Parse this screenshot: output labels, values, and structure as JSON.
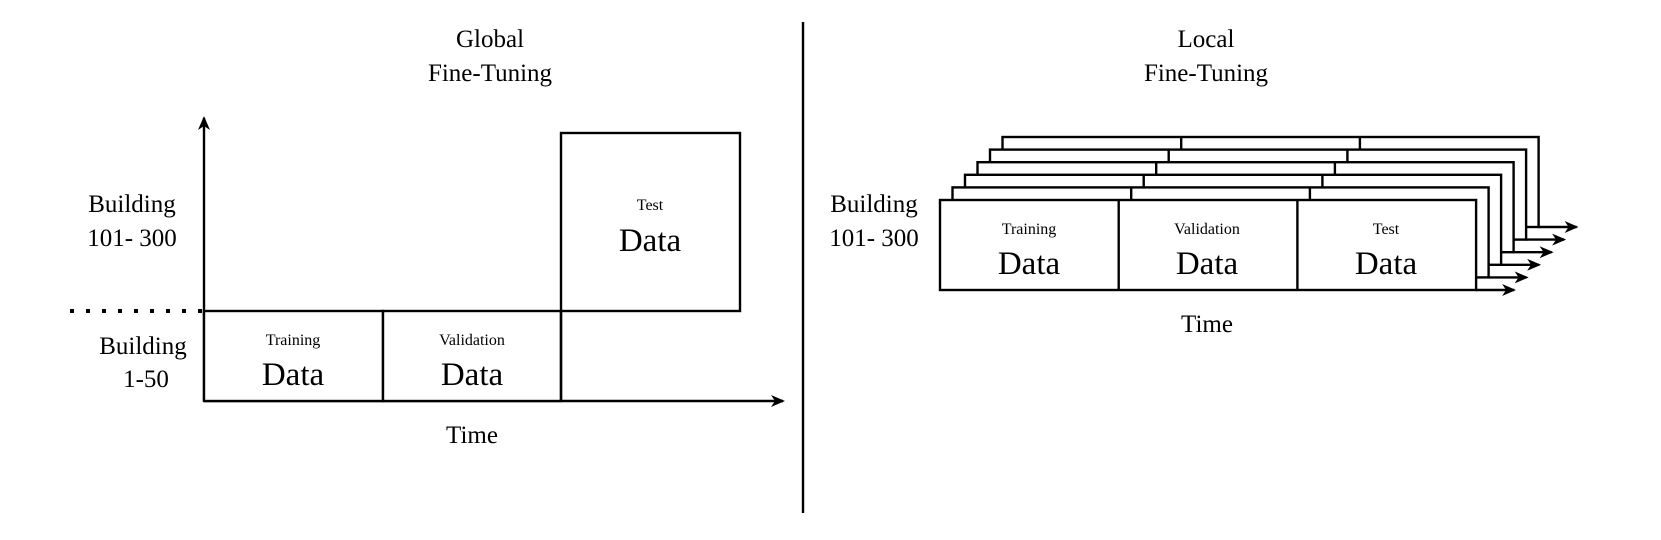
{
  "global": {
    "title_line1": "Global",
    "title_line2": "Fine-Tuning",
    "group_top": {
      "line1": "Building",
      "line2": "101- 300"
    },
    "group_bottom": {
      "line1": "Building",
      "line2": "1-50"
    },
    "blocks": [
      {
        "label": "Training",
        "content": "Data"
      },
      {
        "label": "Validation",
        "content": "Data"
      },
      {
        "label": "Test",
        "content": "Data"
      }
    ],
    "x_axis_label": "Time"
  },
  "local": {
    "title_line1": "Local",
    "title_line2": "Fine-Tuning",
    "group": {
      "line1": "Building",
      "line2": "101- 300"
    },
    "blocks": [
      {
        "label": "Training",
        "content": "Data"
      },
      {
        "label": "Validation",
        "content": "Data"
      },
      {
        "label": "Test",
        "content": "Data"
      }
    ],
    "x_axis_label": "Time"
  }
}
